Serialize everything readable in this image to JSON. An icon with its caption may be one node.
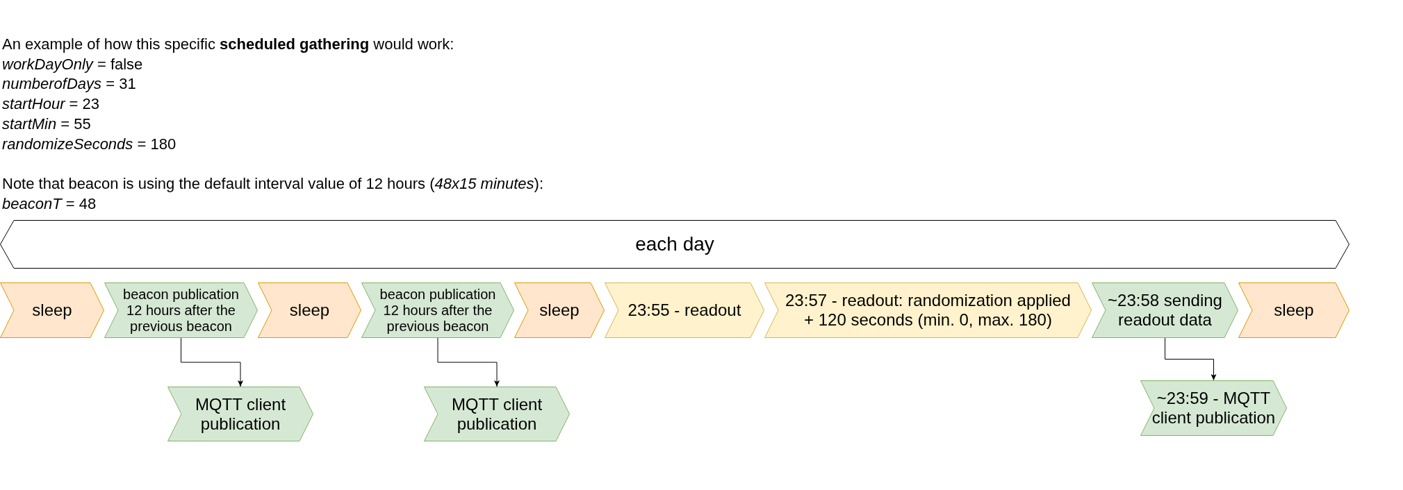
{
  "diagram": {
    "nodes": [
      {
        "text": [
          "each day"
        ]
      },
      {
        "text": [
          "sleep"
        ]
      },
      {
        "text": [
          "beacon publication 12 hours after the previous beacon"
        ]
      },
      {
        "text": [
          "sleep"
        ]
      },
      {
        "text": [
          "beacon publication 12 hours after the previous beacon"
        ]
      },
      {
        "text": [
          "sleep"
        ]
      },
      {
        "text": [
          "23:55 - readout"
        ]
      },
      {
        "text": [
          "23:57 - readout: randomization applied + 120 seconds (min. 0, max. 180)"
        ]
      },
      {
        "text": [
          "~23:58 sending readout data"
        ]
      },
      {
        "text": [
          "sleep"
        ]
      },
      {
        "text": [
          "MQTT client publication"
        ]
      },
      {
        "text": [
          "MQTT client publication"
        ]
      },
      {
        "text": [
          "~23:59 - MQTT client publication"
        ]
      }
    ],
    "edges": [
      {
        "from": 2,
        "to": 10,
        "arrow": "to"
      },
      {
        "from": 4,
        "to": 11,
        "arrow": "to"
      },
      {
        "from": 8,
        "to": 12,
        "arrow": "to"
      }
    ],
    "labels": [
      "An example of how this specific **scheduled gathering** would work:",
      "*workDayOnly* = false",
      "*numberofDays* = 31",
      "*startHour* = 23",
      "*startMin* = 55",
      "*randomizeSeconds* = 180",
      "Note that beacon is using the default interval value of 12 hours (*48x15 minutes*):",
      "*beaconT* = 48"
    ]
  }
}
